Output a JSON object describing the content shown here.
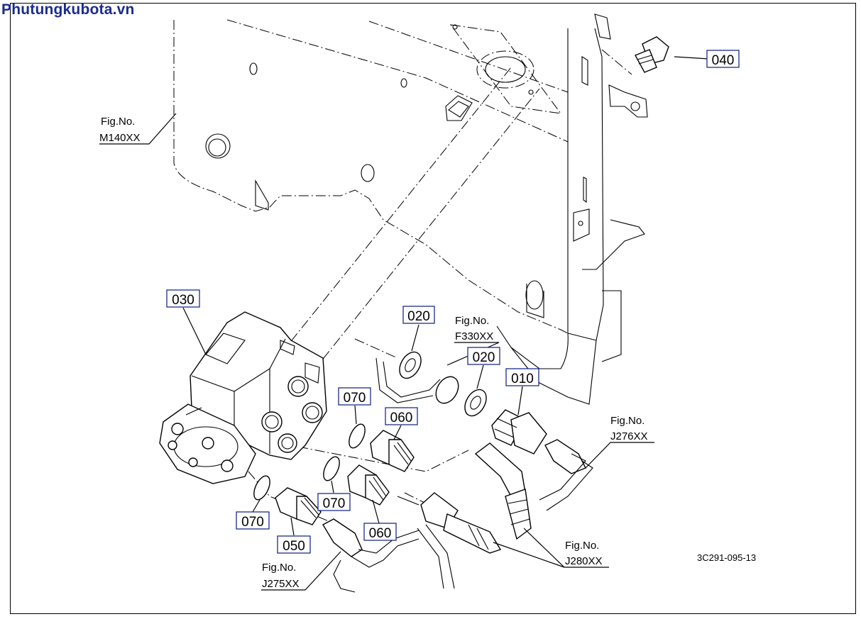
{
  "brand": {
    "text": "Phutungkubota.vn",
    "color": "#1c2c8c"
  },
  "diagram_code": "3C291-095-13",
  "part_labels": {
    "p010": "010",
    "p020a": "020",
    "p020b": "020",
    "p030": "030",
    "p040": "040",
    "p050": "050",
    "p060a": "060",
    "p060b": "060",
    "p070a": "070",
    "p070b": "070",
    "p070c": "070"
  },
  "figure_refs": {
    "m140": {
      "line1": "Fig.No.",
      "line2": "M140XX"
    },
    "f330": {
      "line1": "Fig.No.",
      "line2": "F330XX"
    },
    "j276": {
      "line1": "Fig.No.",
      "line2": "J276XX"
    },
    "j280": {
      "line1": "Fig.No.",
      "line2": "J280XX"
    },
    "j275": {
      "line1": "Fig.No.",
      "line2": "J275XX"
    }
  }
}
